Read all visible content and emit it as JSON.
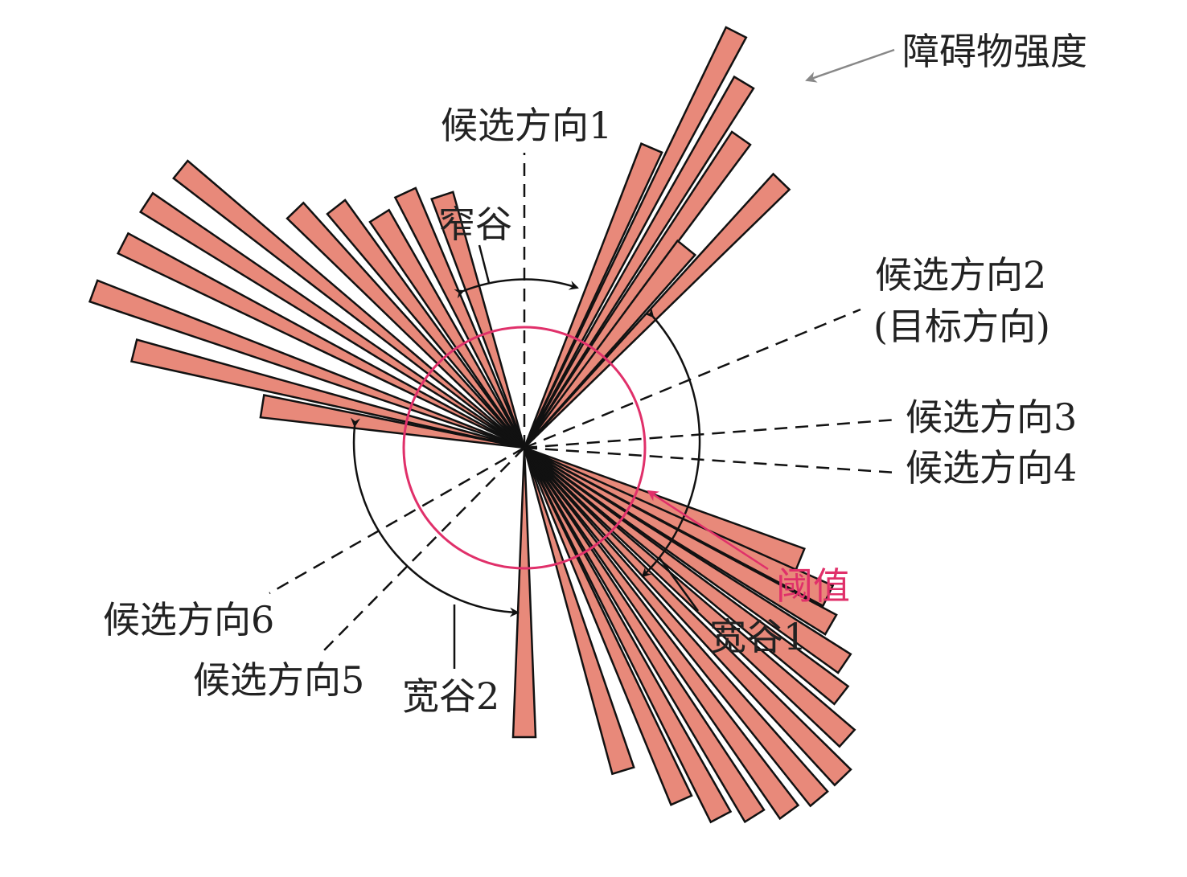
{
  "colors": {
    "bar_fill": "#e8897a",
    "bar_stroke": "#111111",
    "threshold": "#e0306a",
    "text": "#222222",
    "pointer": "#888888"
  },
  "labels": {
    "obstacle_strength": "障碍物强度",
    "candidate_1": "候选方向1",
    "candidate_2": "候选方向2",
    "candidate_2_note": "(目标方向)",
    "candidate_3": "候选方向3",
    "candidate_4": "候选方向4",
    "candidate_5": "候选方向5",
    "candidate_6": "候选方向6",
    "narrow_valley": "窄谷",
    "wide_valley_1": "宽谷1",
    "wide_valley_2": "宽谷2",
    "threshold": "阈值"
  },
  "sectors": {
    "upper_right": {
      "angles_deg": [
        67,
        63,
        59,
        55,
        51,
        46
      ],
      "lengths": [
        405,
        580,
        530,
        470,
        320,
        460
      ]
    },
    "upper_left": {
      "angles_deg": [
        108,
        115,
        122,
        128,
        134,
        141,
        147,
        153,
        160,
        166,
        171
      ],
      "lengths": [
        330,
        350,
        340,
        380,
        410,
        550,
        560,
        560,
        570,
        500,
        330
      ]
    },
    "lower": {
      "angles_deg": [
        270,
        287,
        294,
        298,
        302,
        306,
        310,
        314,
        318,
        322,
        326,
        330,
        334,
        338
      ],
      "lengths": [
        360,
        420,
        480,
        520,
        540,
        560,
        570,
        570,
        540,
        500,
        480,
        440,
        420,
        370
      ]
    }
  }
}
